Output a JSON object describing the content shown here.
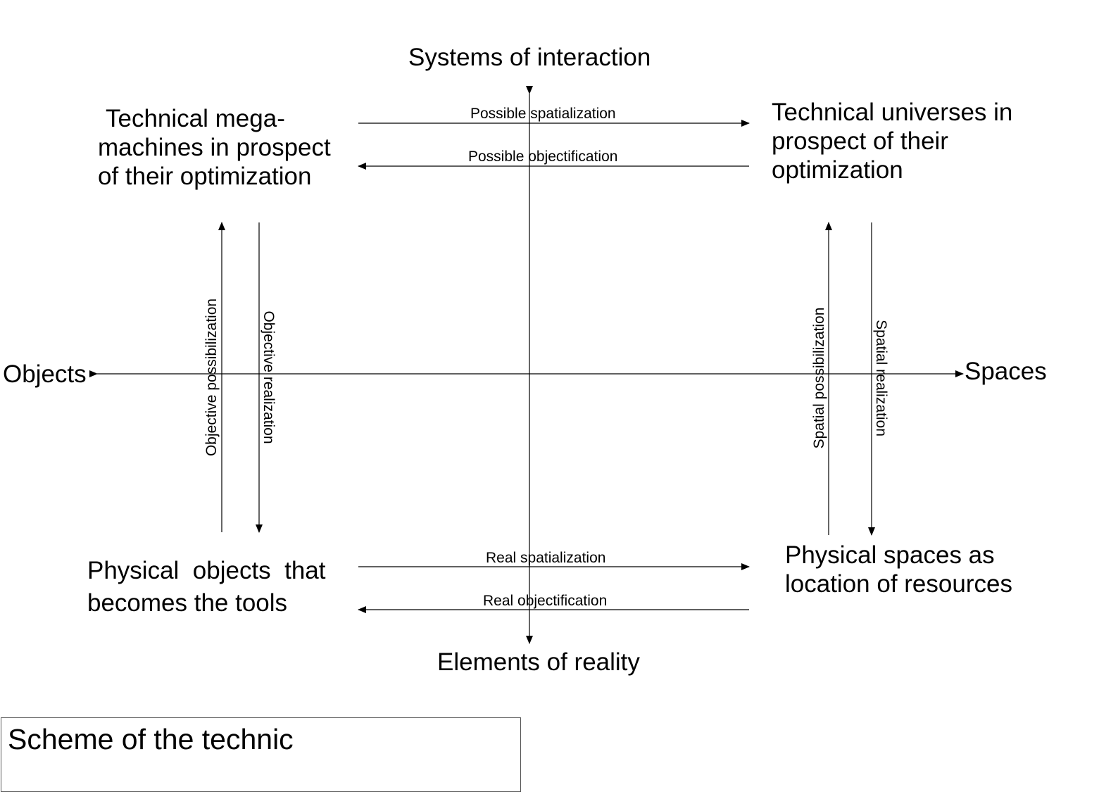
{
  "axes": {
    "top": "Systems of interaction",
    "bottom": "Elements of reality",
    "left": "Objects",
    "right": "Spaces"
  },
  "quadrants": {
    "top_left": [
      "Technical mega-",
      "machines in prospect",
      "of their optimization"
    ],
    "top_right": [
      "Technical universes in",
      "prospect of their",
      "optimization"
    ],
    "bottom_left": [
      "Physical  objects  that",
      "becomes the tools"
    ],
    "bottom_right": [
      "Physical spaces as",
      "location of resources"
    ]
  },
  "arrows": {
    "possible_spatialization": "Possible spatialization",
    "possible_objectification": "Possible objectification",
    "real_spatialization": "Real spatialization",
    "real_objectification": "Real objectification",
    "objective_possibilization": "Objective possibilization",
    "objective_realization": "Objective realization",
    "spatial_possibilization": "Spatial possibilization",
    "spatial_realization": "Spatial realization"
  },
  "caption": "Scheme of the technic"
}
